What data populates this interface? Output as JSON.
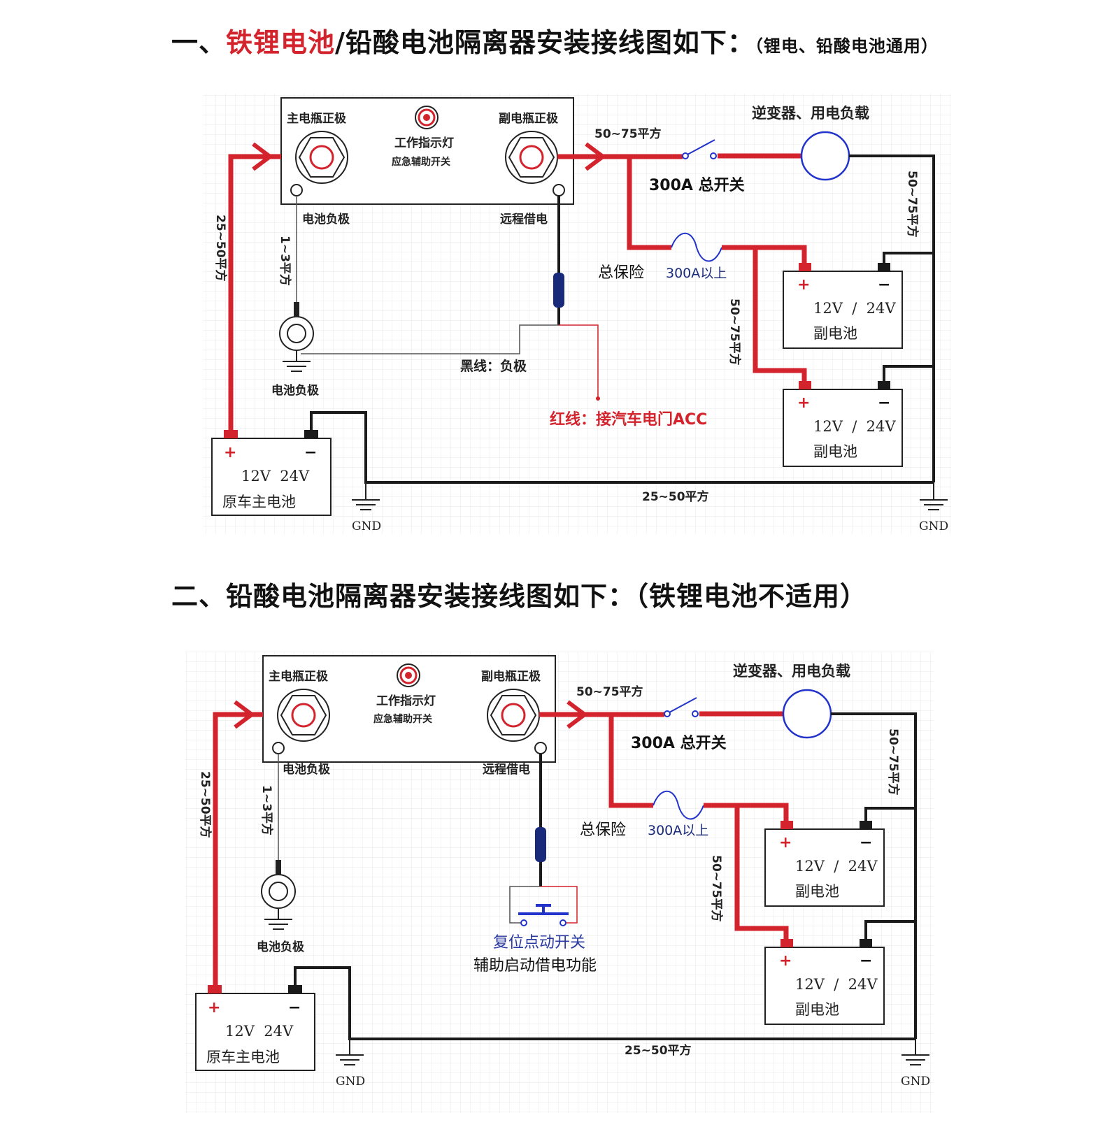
{
  "title1": {
    "prefix": "一、",
    "highlight": "铁锂电池",
    "rest": "/铅酸电池隔离器安装接线图如下：",
    "note": "（锂电、铅酸电池通用）"
  },
  "title2": {
    "text": "二、铅酸电池隔离器安装接线图如下：（铁锂电池不适用）"
  },
  "labels": {
    "main_positive": "主电瓶正极",
    "sub_positive": "副电瓶正极",
    "work_light": "工作指示灯",
    "emergency_switch": "应急辅助开关",
    "battery_negative": "电池负极",
    "remote_borrow": "远程借电",
    "inverter_load": "逆变器、用电负载",
    "main_switch": "300A 总开关",
    "main_fuse": "总保险",
    "fuse_rating": "300A以上",
    "wire_50_75": "50~75平方",
    "wire_25_50": "25~50平方",
    "wire_1_3": "1~3平方",
    "black_wire": "黑线：负极",
    "red_wire": "红线：接汽车电门ACC",
    "gnd": "GND",
    "plus": "+",
    "minus": "−",
    "sub_battery_voltage": "12V  /  24V",
    "sub_battery_name": "副电池",
    "main_battery_voltage": "12V  24V",
    "main_battery_name": "原车主电池",
    "reset_switch": "复位点动开关",
    "assist_function": "辅助启动借电功能"
  },
  "colors": {
    "red_wire": "#d3232c",
    "black_wire": "#1a1a1a",
    "blue": "#2233cc",
    "navy": "#1a2a7a",
    "grid": "#e6e6e6"
  }
}
